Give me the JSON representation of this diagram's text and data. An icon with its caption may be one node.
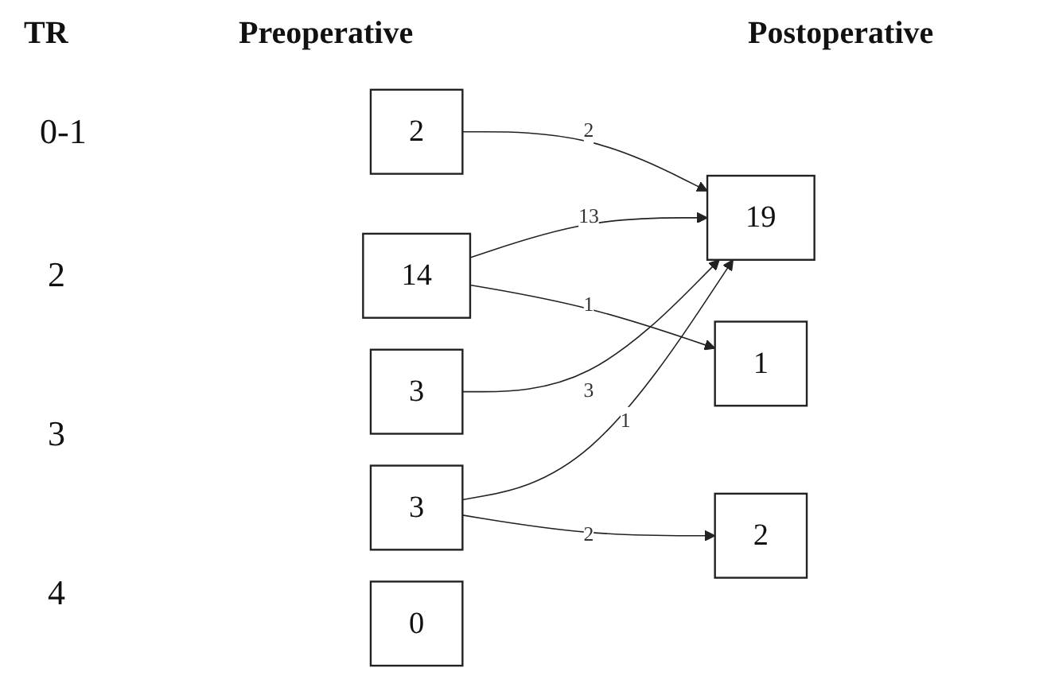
{
  "diagram": {
    "nodes": [
      {
        "text": [
          "14"
        ]
      },
      {
        "text": [
          "19"
        ]
      },
      {
        "text": [
          "2"
        ]
      },
      {
        "text": [
          "2"
        ]
      },
      {
        "text": [
          "3"
        ]
      },
      {
        "text": [
          "1"
        ]
      },
      {
        "text": [
          "3"
        ]
      },
      {
        "text": [
          "0"
        ]
      }
    ],
    "edges": [
      {
        "from": 0,
        "to": 1,
        "arrow": "to",
        "label": "13"
      },
      {
        "from": 0,
        "to": 5,
        "arrow": "to",
        "label": "1"
      },
      {
        "from": 2,
        "to": 1,
        "arrow": "to",
        "label": "2"
      },
      {
        "from": 4,
        "to": 1,
        "arrow": "to",
        "label": "3"
      },
      {
        "from": 6,
        "to": 1,
        "arrow": "to",
        "label": "1"
      },
      {
        "from": 6,
        "to": 3,
        "arrow": "to",
        "label": "2"
      }
    ],
    "labels": [
      "TR",
      "Preoperative",
      "Postoperative",
      "0-1",
      "2",
      "3",
      "4"
    ]
  }
}
